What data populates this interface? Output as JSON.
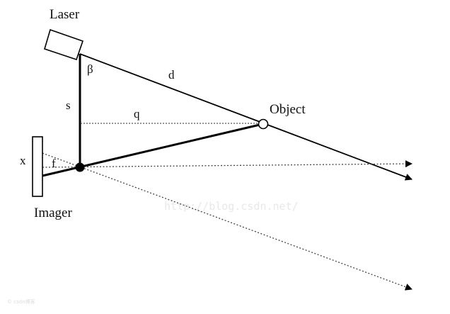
{
  "diagram": {
    "title": "Laser triangulation geometry",
    "labels": {
      "laser": "Laser",
      "imager": "Imager",
      "object": "Object",
      "beta": "β",
      "d": "d",
      "s": "s",
      "q": "q",
      "x": "x",
      "f": "f"
    },
    "components": [
      {
        "id": "laser",
        "shape": "rotated-rectangle",
        "label": "Laser"
      },
      {
        "id": "imager",
        "shape": "rectangle",
        "label": "Imager"
      },
      {
        "id": "lens",
        "shape": "filled-circle"
      },
      {
        "id": "object",
        "shape": "open-circle",
        "label": "Object"
      }
    ],
    "lines": [
      {
        "id": "laser-beam-d",
        "style": "solid",
        "from": "laser",
        "to": "object",
        "arrow": true,
        "label": "d"
      },
      {
        "id": "baseline-s",
        "style": "solid-thick",
        "from": "laser",
        "to": "lens",
        "label": "s"
      },
      {
        "id": "distance-q",
        "style": "dotted",
        "from": "baseline-s",
        "to": "object",
        "label": "q"
      },
      {
        "id": "reflected-ray",
        "style": "solid-thick",
        "from": "object",
        "to": "imager"
      },
      {
        "id": "optical-axis",
        "style": "dotted",
        "from": "imager",
        "arrow": true
      },
      {
        "id": "parallel-ray",
        "style": "dotted",
        "from": "imager",
        "arrow": true
      }
    ],
    "watermark": "http://blog.csdn.net/",
    "corner_watermark": "© csdn博客"
  }
}
